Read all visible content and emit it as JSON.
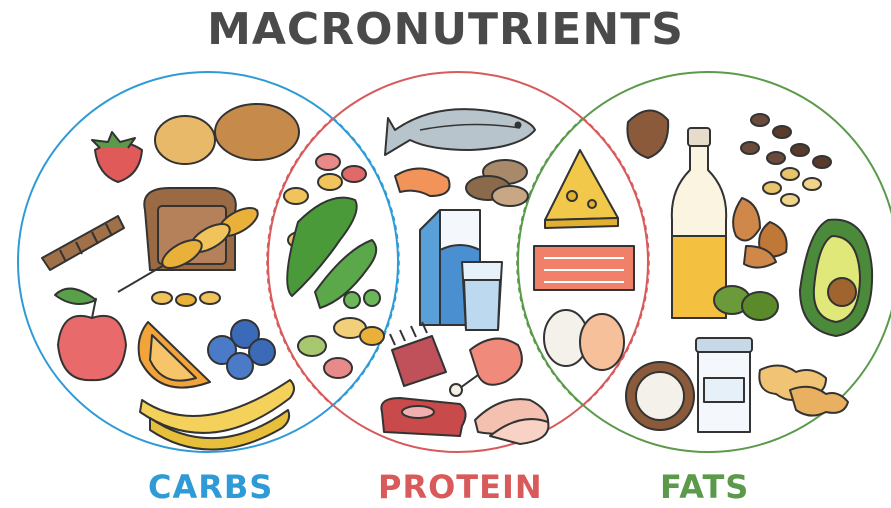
{
  "title": "MACRONUTRIENTS",
  "groups": {
    "carbs": {
      "label": "CARBS",
      "color": "#2e9bd6"
    },
    "protein": {
      "label": "PROTEIN",
      "color": "#d85a5a"
    },
    "fats": {
      "label": "FATS",
      "color": "#5a9a4a"
    }
  },
  "foods": {
    "carbs": [
      "strawberry-icon",
      "potato-icon",
      "bread-icon",
      "pasta-icon",
      "wheat-icon",
      "apple-icon",
      "orange-slice-icon",
      "blueberries-icon",
      "banana-icon"
    ],
    "carbs_protein": [
      "beans-icon",
      "edamame-icon"
    ],
    "protein": [
      "fish-icon",
      "shrimp-icon",
      "mushroom-icon",
      "milk-carton-icon",
      "milk-glass-icon",
      "ribs-icon",
      "chicken-leg-icon",
      "steak-icon",
      "turkey-icon"
    ],
    "protein_fats": [
      "cheese-icon",
      "salmon-fillet-icon",
      "eggs-icon"
    ],
    "fats": [
      "hazelnut-icon",
      "seeds-icon",
      "oil-bottle-icon",
      "almonds-icon",
      "avocado-icon",
      "olives-icon",
      "coconut-icon",
      "jar-icon",
      "peanuts-icon"
    ]
  }
}
